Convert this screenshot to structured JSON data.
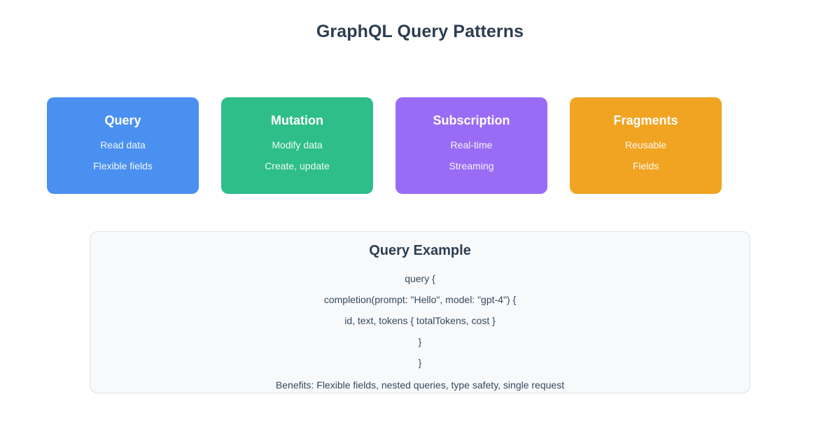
{
  "header": {
    "title": "GraphQL Query Patterns"
  },
  "cards": [
    {
      "title": "Query",
      "line1": "Read data",
      "line2": "Flexible fields",
      "color": "#4a90f0"
    },
    {
      "title": "Mutation",
      "line1": "Modify data",
      "line2": "Create, update",
      "color": "#2dbe8a"
    },
    {
      "title": "Subscription",
      "line1": "Real-time",
      "line2": "Streaming",
      "color": "#9a6cf5"
    },
    {
      "title": "Fragments",
      "line1": "Reusable",
      "line2": "Fields",
      "color": "#f0a422"
    }
  ],
  "example": {
    "title": "Query Example",
    "code_lines": [
      "query {",
      "completion(prompt: \"Hello\", model: \"gpt-4\") {",
      "id, text, tokens { totalTokens, cost }",
      "}",
      "}"
    ],
    "benefits": "Benefits: Flexible fields, nested queries, type safety, single request"
  },
  "theme": {
    "background": "#ffffff",
    "title_color": "#2c3e50",
    "panel_background": "#f8f9fb",
    "panel_border": "#dfe3e9",
    "code_color": "#34495e"
  }
}
